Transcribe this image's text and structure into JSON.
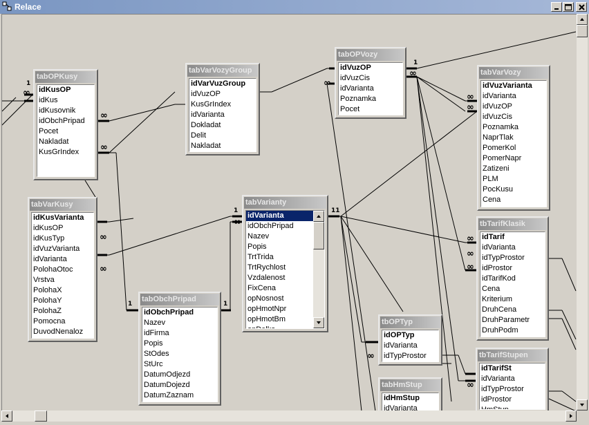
{
  "window": {
    "title": "Relace"
  },
  "tables": [
    {
      "id": "tabOPKusy",
      "name": "tabOPKusy",
      "fields": [
        {
          "label": "idKusOP",
          "key": true
        },
        {
          "label": "idKus"
        },
        {
          "label": "idKusovnik"
        },
        {
          "label": "idObchPripad"
        },
        {
          "label": "Pocet"
        },
        {
          "label": "Nakladat"
        },
        {
          "label": "KusGrIndex"
        }
      ]
    },
    {
      "id": "tabVarVozyGroup",
      "name": "tabVarVozyGroup",
      "fields": [
        {
          "label": "idVarVuzGroup",
          "key": true
        },
        {
          "label": "idVuzOP"
        },
        {
          "label": "KusGrIndex"
        },
        {
          "label": "idVarianta"
        },
        {
          "label": "Dokladat"
        },
        {
          "label": "Delit"
        },
        {
          "label": "Nakladat"
        }
      ]
    },
    {
      "id": "tabOPVozy",
      "name": "tabOPVozy",
      "fields": [
        {
          "label": "idVuzOP",
          "key": true
        },
        {
          "label": "idVuzCis"
        },
        {
          "label": "idVarianta"
        },
        {
          "label": "Poznamka"
        },
        {
          "label": "Pocet"
        }
      ]
    },
    {
      "id": "tabVarVozy",
      "name": "tabVarVozy",
      "fields": [
        {
          "label": "idVuzVarianta",
          "key": true
        },
        {
          "label": "idVarianta"
        },
        {
          "label": "idVuzOP"
        },
        {
          "label": "idVuzCis"
        },
        {
          "label": "Poznamka"
        },
        {
          "label": "NaprTlak"
        },
        {
          "label": "PomerKol"
        },
        {
          "label": "PomerNapr"
        },
        {
          "label": "Zatizeni"
        },
        {
          "label": "PLM"
        },
        {
          "label": "PocKusu"
        },
        {
          "label": "Cena"
        }
      ]
    },
    {
      "id": "tabVarKusy",
      "name": "tabVarKusy",
      "fields": [
        {
          "label": "idKusVarianta",
          "key": true
        },
        {
          "label": "idKusOP"
        },
        {
          "label": "idKusTyp"
        },
        {
          "label": "idVuzVarianta"
        },
        {
          "label": "idVarianta"
        },
        {
          "label": "PolohaOtoc"
        },
        {
          "label": "Vrstva"
        },
        {
          "label": "PolohaX"
        },
        {
          "label": "PolohaY"
        },
        {
          "label": "PolohaZ"
        },
        {
          "label": "Pomocna"
        },
        {
          "label": "DuvodNenaloz"
        }
      ]
    },
    {
      "id": "tabVarianty",
      "name": "tabVarianty",
      "fields": [
        {
          "label": "idVarianta",
          "key": true,
          "selected": true
        },
        {
          "label": "idObchPripad"
        },
        {
          "label": "Nazev"
        },
        {
          "label": "Popis"
        },
        {
          "label": "TrtTrida"
        },
        {
          "label": "TrtRychlost"
        },
        {
          "label": "Vzdalenost"
        },
        {
          "label": "FixCena"
        },
        {
          "label": "opNosnost"
        },
        {
          "label": "opHmotNpr"
        },
        {
          "label": "opHmotBm"
        },
        {
          "label": "opDelka"
        }
      ]
    },
    {
      "id": "tbTarifKlasik",
      "name": "tbTarifKlasik",
      "fields": [
        {
          "label": "idTarif",
          "key": true
        },
        {
          "label": "idVarianta"
        },
        {
          "label": "idTypProstor"
        },
        {
          "label": "idProstor"
        },
        {
          "label": "idTarifKod"
        },
        {
          "label": "Cena"
        },
        {
          "label": "Kriterium"
        },
        {
          "label": "DruhCena"
        },
        {
          "label": "DruhParametr"
        },
        {
          "label": "DruhPodm"
        }
      ]
    },
    {
      "id": "tabObchPripad",
      "name": "tabObchPripad",
      "fields": [
        {
          "label": "idObchPripad",
          "key": true
        },
        {
          "label": "Nazev"
        },
        {
          "label": "idFirma"
        },
        {
          "label": "Popis"
        },
        {
          "label": "StOdes"
        },
        {
          "label": "StUrc"
        },
        {
          "label": "DatumOdjezd"
        },
        {
          "label": "DatumDojezd"
        },
        {
          "label": "DatumZaznam"
        }
      ]
    },
    {
      "id": "tbOPTyp",
      "name": "tbOPTyp",
      "fields": [
        {
          "label": "idOPTyp",
          "key": true
        },
        {
          "label": "idVarianta"
        },
        {
          "label": "idTypProstor"
        }
      ]
    },
    {
      "id": "tbTarifStupen",
      "name": "tbTarifStupen",
      "fields": [
        {
          "label": "idTarifSt",
          "key": true
        },
        {
          "label": "idVarianta"
        },
        {
          "label": "idTypProstor"
        },
        {
          "label": "idProstor"
        },
        {
          "label": "HmStup"
        }
      ]
    },
    {
      "id": "tabHmStup",
      "name": "tabHmStup",
      "fields": [
        {
          "label": "idHmStup",
          "key": true
        },
        {
          "label": "idVarianta"
        }
      ]
    }
  ],
  "markers": {
    "one": "1",
    "many": "∞",
    "one_one": "11"
  },
  "icons": {
    "title": "relationships-window-icon",
    "minimize": "minimize-icon",
    "maximize": "maximize-icon",
    "close": "close-icon",
    "scroll_up": "arrow-up-icon",
    "scroll_down": "arrow-down-icon",
    "scroll_left": "arrow-left-icon",
    "scroll_right": "arrow-right-icon"
  }
}
